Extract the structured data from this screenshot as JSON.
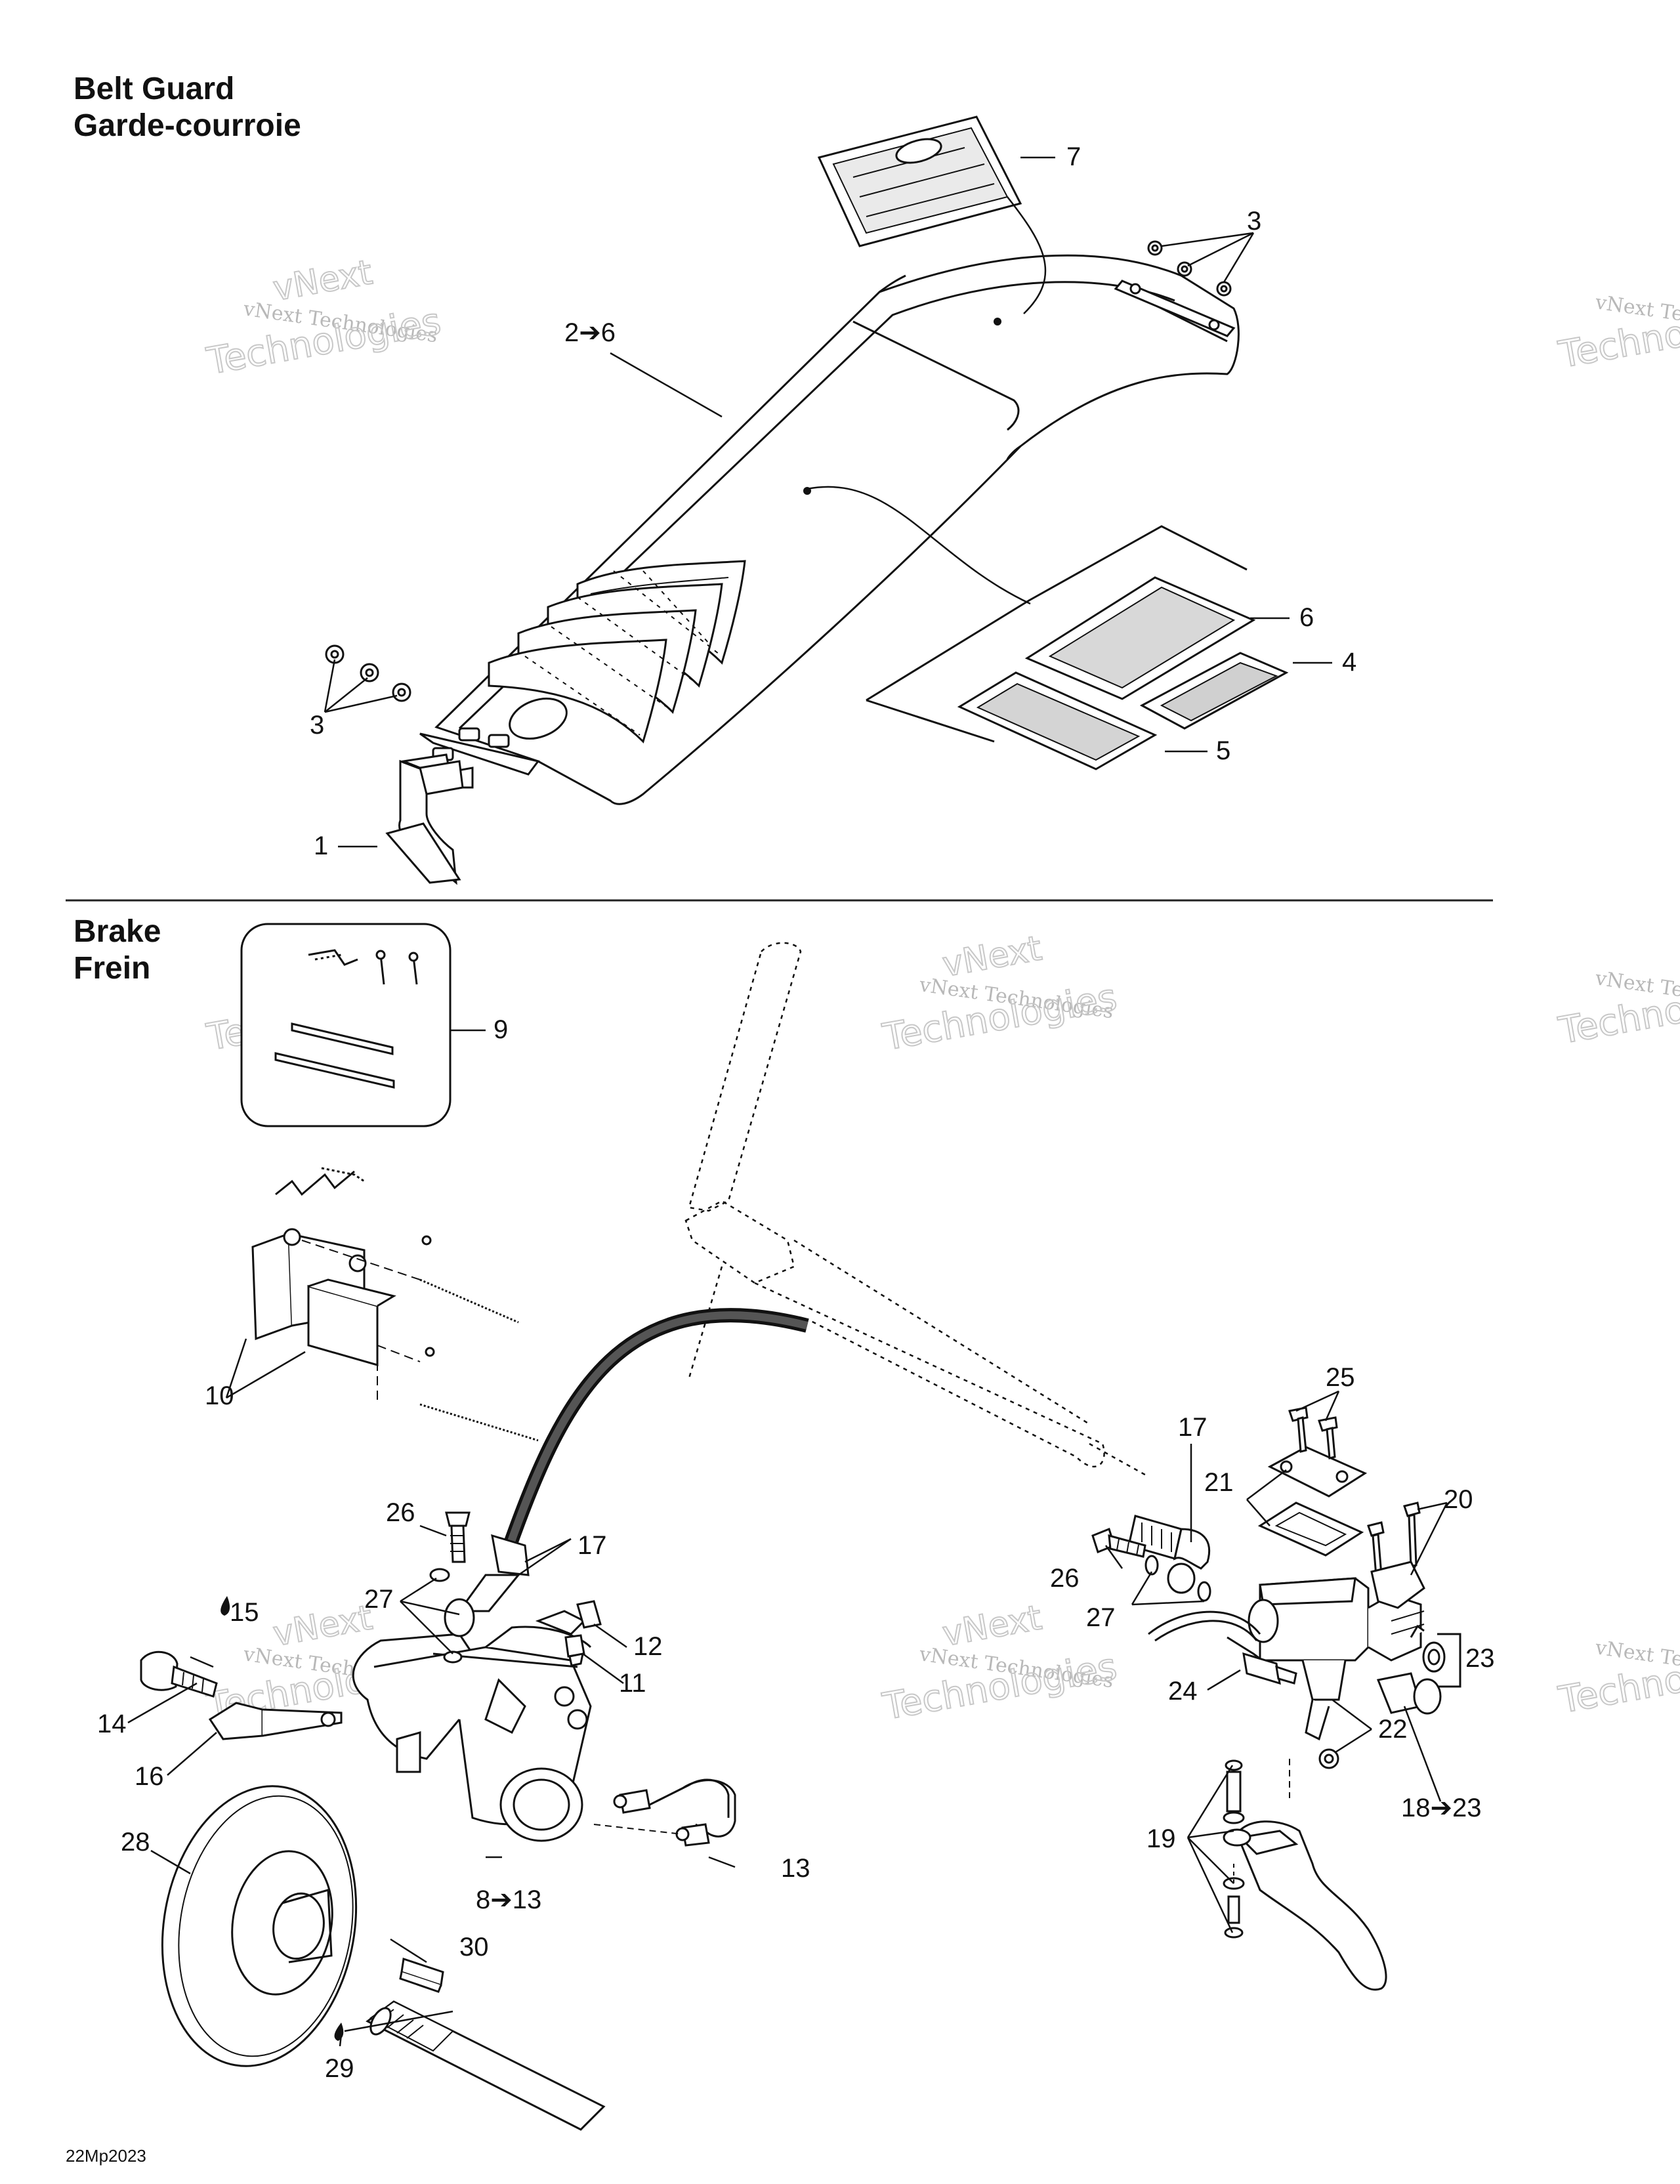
{
  "sections": {
    "belt_guard": {
      "title_en": "Belt Guard",
      "title_fr": "Garde-courroie"
    },
    "brake": {
      "title_en": "Brake",
      "title_fr": "Frein"
    }
  },
  "watermark": {
    "line1": "vNext",
    "line2": "vNext Technologies",
    "line3": "Technologies"
  },
  "callouts": {
    "c1": "1",
    "c2_6": "2➔6",
    "c3a": "3",
    "c3b": "3",
    "c4": "4",
    "c5": "5",
    "c6": "6",
    "c7": "7",
    "c8_13": "8➔13",
    "c9": "9",
    "c10": "10",
    "c11": "11",
    "c12": "12",
    "c13a": "13",
    "c14": "14",
    "c15": "15",
    "c16": "16",
    "c17a": "17",
    "c17b": "17",
    "c18_23": "18➔23",
    "c19": "19",
    "c20": "20",
    "c21": "21",
    "c22": "22",
    "c23": "23",
    "c24": "24",
    "c25": "25",
    "c26a": "26",
    "c26b": "26",
    "c27a": "27",
    "c27b": "27",
    "c28": "28",
    "c29": "29",
    "c30": "30"
  },
  "footer": {
    "code": "22Mp2023"
  }
}
